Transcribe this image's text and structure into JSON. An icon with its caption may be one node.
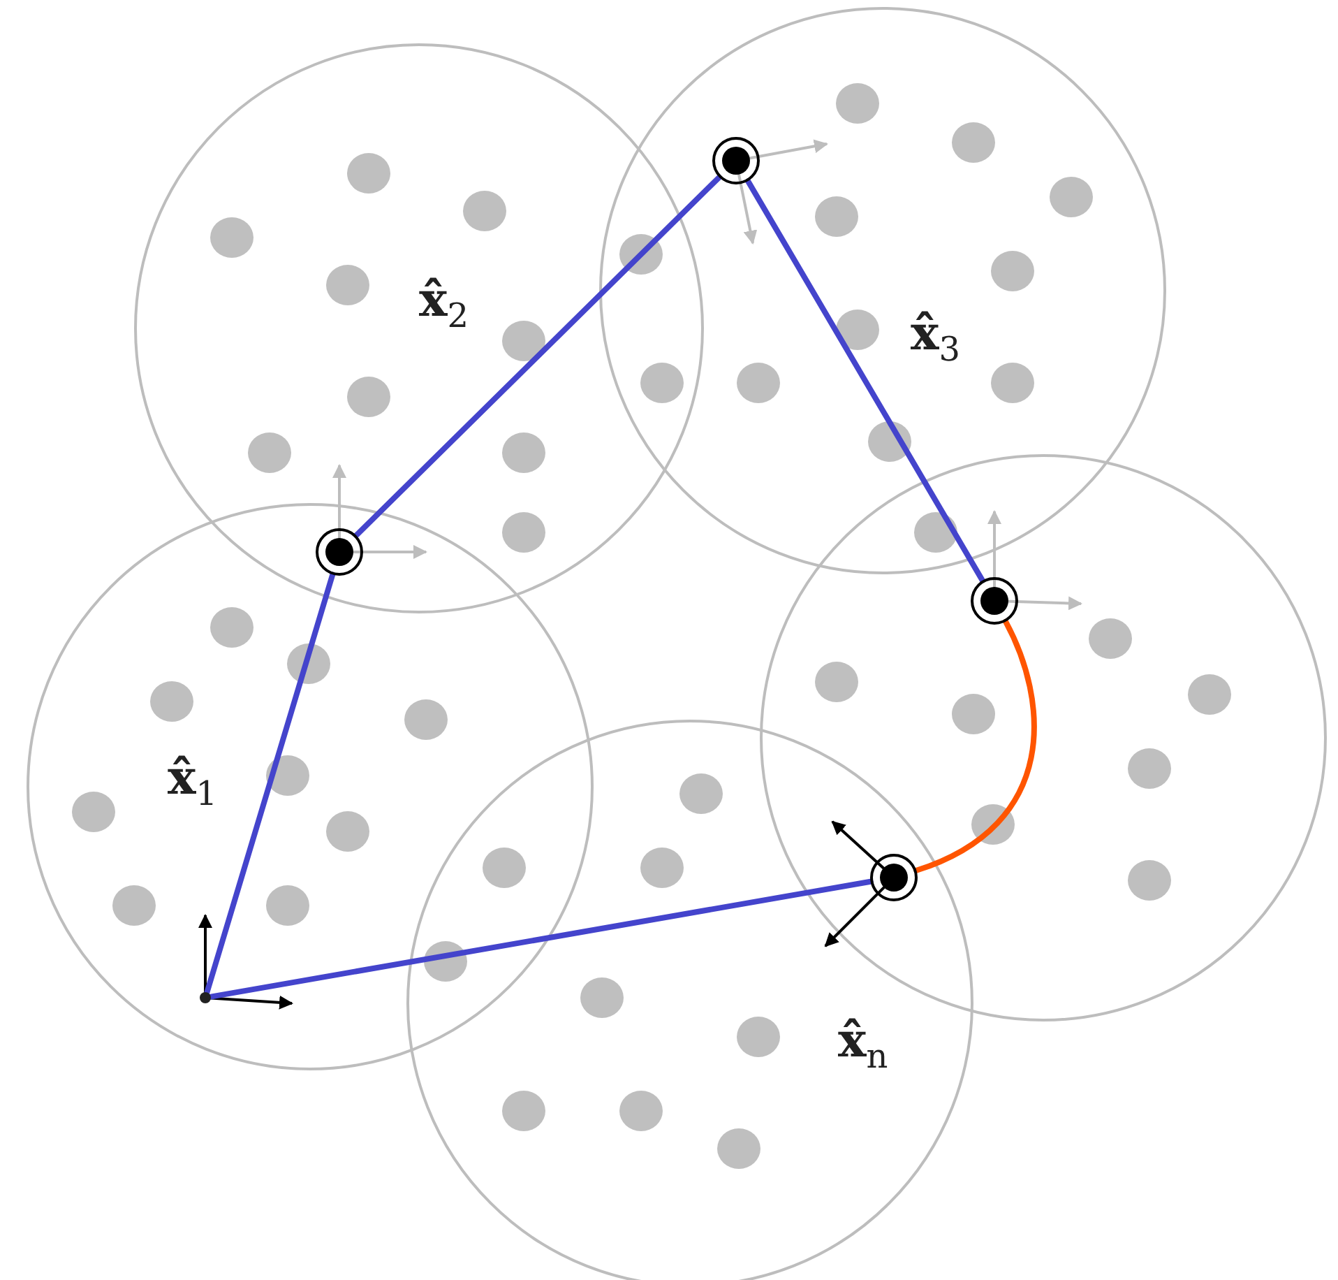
{
  "diagram": {
    "nodes": [
      {
        "text": [],
        "shape": "circle"
      },
      {
        "text": [],
        "shape": "circle"
      },
      {
        "text": [],
        "shape": "circle"
      },
      {
        "text": [],
        "shape": "circle"
      },
      {
        "text": [],
        "shape": "point"
      }
    ],
    "edges": [
      {
        "from": 4,
        "to": 1,
        "arrow": "none"
      },
      {
        "from": 1,
        "to": 0,
        "arrow": "none"
      },
      {
        "from": 0,
        "to": 2,
        "arrow": "none"
      },
      {
        "from": 2,
        "to": 3,
        "arrow": "none",
        "color": "#ff5500"
      },
      {
        "from": 3,
        "to": 4,
        "arrow": "none"
      }
    ],
    "labels": [
      "x̂$_{2}$",
      "x̂$_{3}$",
      "x̂$_{1}$",
      "x̂$_{n}$"
    ]
  }
}
